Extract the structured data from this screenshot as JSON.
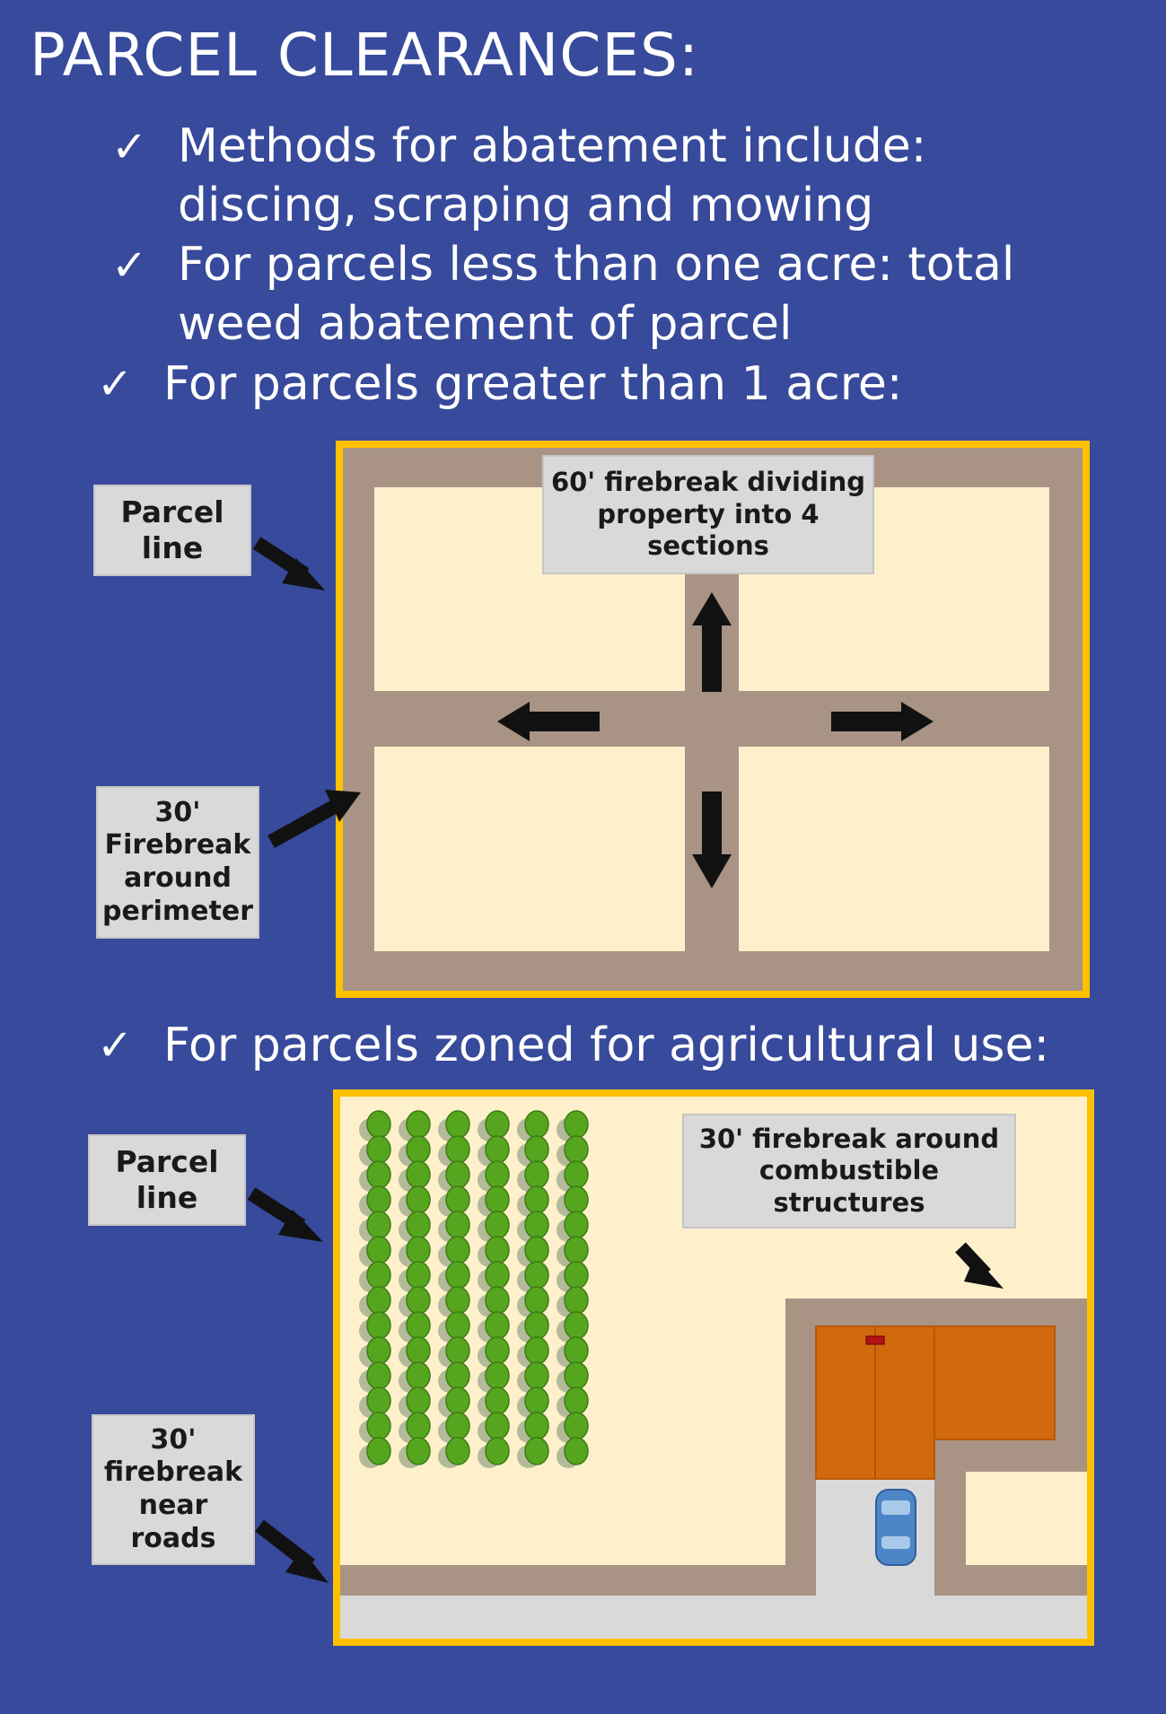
{
  "title": "PARCEL CLEARANCES:",
  "bullets": [
    {
      "lines": [
        "Methods for abatement include:",
        "discing, scraping and mowing"
      ]
    },
    {
      "lines": [
        "For parcels less than one acre:  total",
        "weed abatement of parcel"
      ]
    },
    {
      "lines": [
        "For parcels greater than 1 acre:"
      ]
    },
    {
      "lines": [
        "For parcels zoned for agricultural use:"
      ]
    }
  ],
  "diagram1": {
    "parcel_line_label": [
      "Parcel",
      "line"
    ],
    "perimeter_label": [
      "30'",
      "Firebreak",
      "around",
      "perimeter"
    ],
    "dividing_label": [
      "60' firebreak dividing",
      "property into 4",
      "sections"
    ]
  },
  "diagram2": {
    "parcel_line_label": [
      "Parcel",
      "line"
    ],
    "roads_label": [
      "30'",
      "firebreak",
      "near",
      "roads"
    ],
    "structures_label": [
      "30' firebreak around",
      "combustible",
      "structures"
    ]
  },
  "colors": {
    "background": "#374a9b",
    "parcel_border": "#ffc000",
    "firebreak": "#a89384",
    "field": "#fdf0cb",
    "structure": "#d2690e",
    "crop_green": "#56a51e",
    "crop_faded": "#b4b99a",
    "road": "#d9d9d9"
  }
}
